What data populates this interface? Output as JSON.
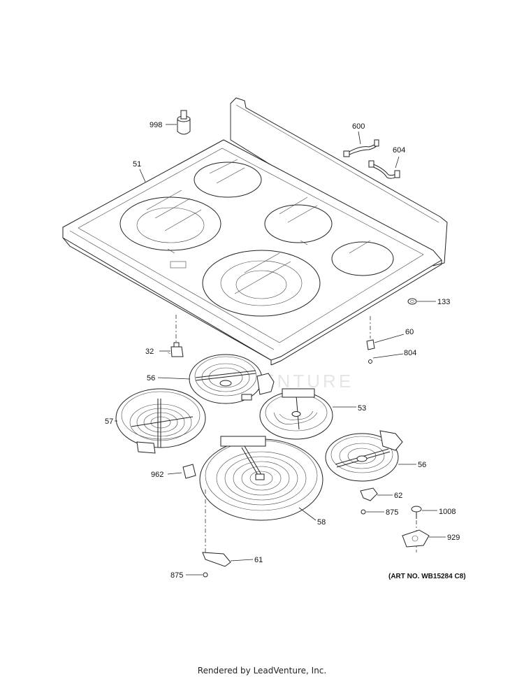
{
  "watermark": "LEADVENTURE",
  "art_number": "(ART NO. WB15284 C8)",
  "footer": "Rendered by LeadVenture, Inc.",
  "callouts": {
    "p998": "998",
    "p600": "600",
    "p604": "604",
    "p51": "51",
    "p133": "133",
    "p60": "60",
    "p804": "804",
    "p32": "32",
    "p56a": "56",
    "p53": "53",
    "p57": "57",
    "p56b": "56",
    "p962": "962",
    "p62": "62",
    "p875a": "875",
    "p1008": "1008",
    "p58": "58",
    "p929": "929",
    "p61": "61",
    "p875b": "875"
  }
}
